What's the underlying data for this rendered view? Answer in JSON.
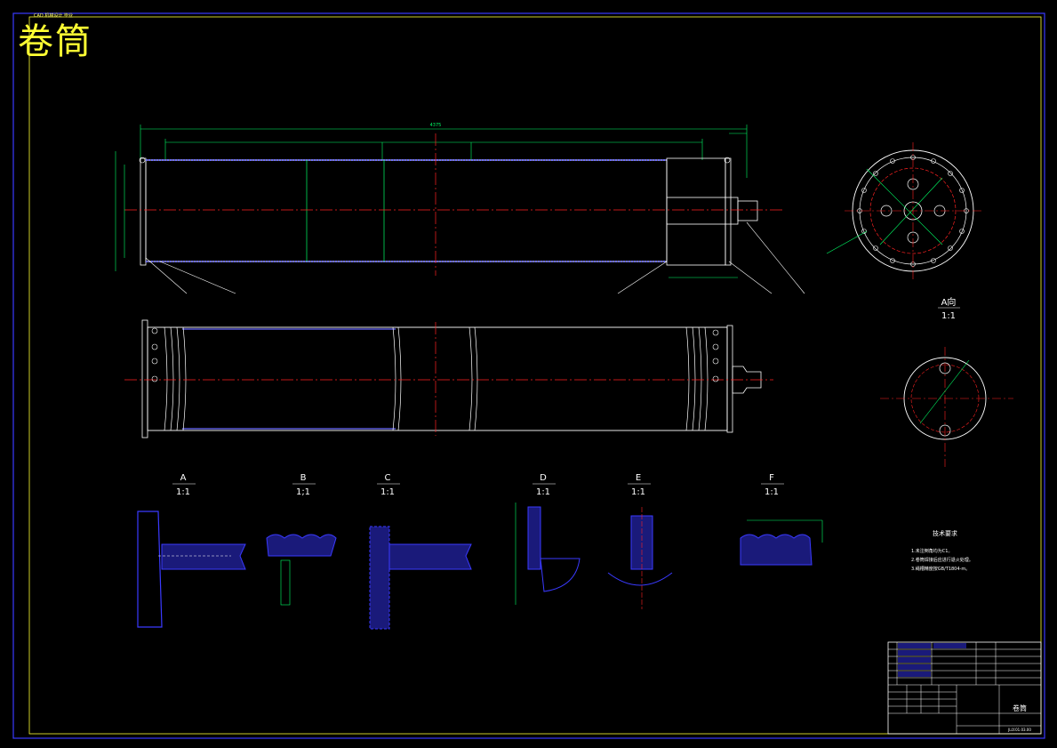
{
  "drawing": {
    "title": "卷筒",
    "header_note": "CAD 机械设计 毕业",
    "sections": [
      {
        "letter": "A",
        "scale": "1:1"
      },
      {
        "letter": "B",
        "scale": "1;1"
      },
      {
        "letter": "C",
        "scale": "1:1"
      },
      {
        "letter": "D",
        "scale": "1:1"
      },
      {
        "letter": "E",
        "scale": "1:1"
      },
      {
        "letter": "F",
        "scale": "1:1"
      }
    ],
    "view_a": {
      "label": "A向",
      "scale": "1:1"
    },
    "tech_title": "技术要求",
    "tech_lines": [
      "1.未注倒角均为C1。",
      "2.卷筒焊接后应进行退火处理。",
      "3.绳槽精度按GB/T1804-m。"
    ],
    "overall_dim": "4375",
    "title_block": {
      "name": "卷筒",
      "code": "JLLY.01.03.00"
    }
  }
}
